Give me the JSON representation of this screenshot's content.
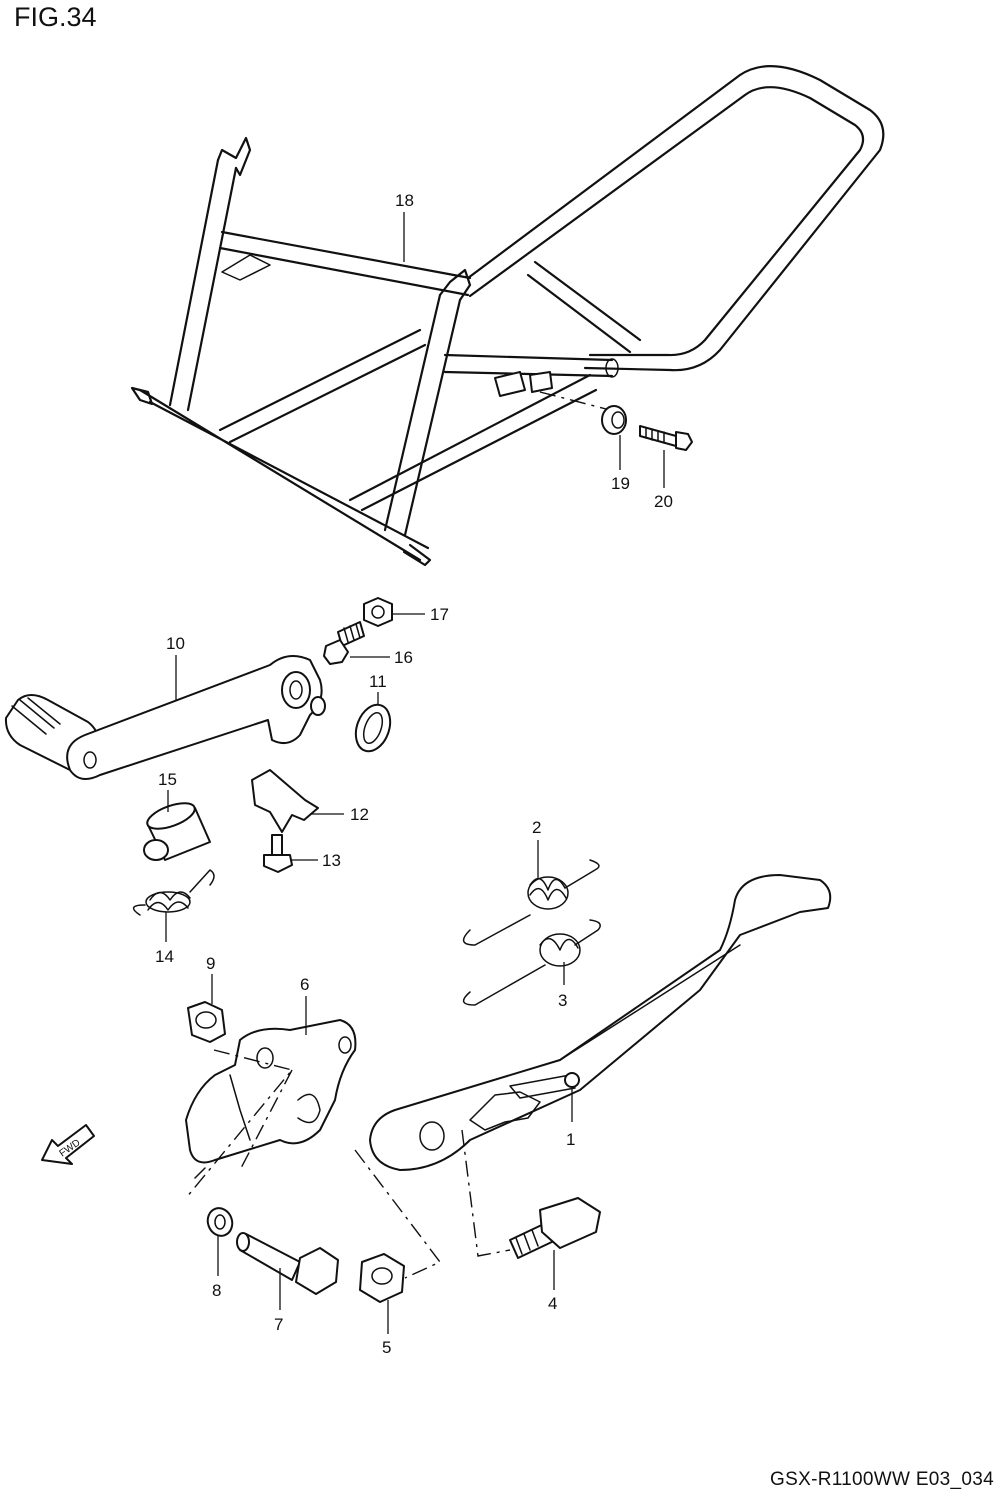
{
  "figure_title": "FIG.34",
  "footer_code": "GSX-R1100WW  E03_034",
  "direction_arrow": {
    "icon": "fwd-arrow-icon",
    "label": "FWD"
  },
  "callouts": [
    "1",
    "2",
    "3",
    "4",
    "5",
    "6",
    "7",
    "8",
    "9",
    "10",
    "11",
    "12",
    "13",
    "14",
    "15",
    "16",
    "17",
    "18",
    "19",
    "20"
  ]
}
